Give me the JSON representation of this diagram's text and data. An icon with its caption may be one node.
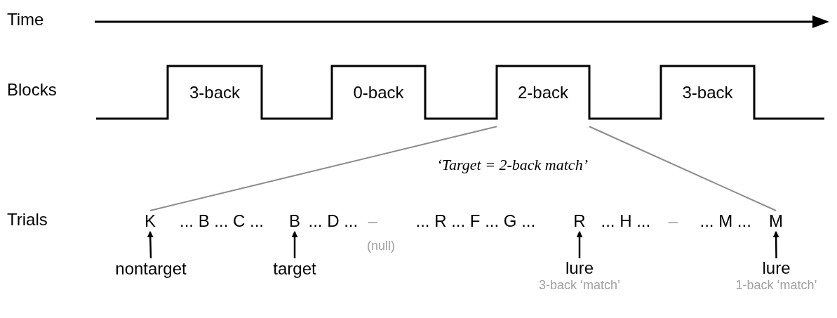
{
  "diagram": {
    "nodes": [
      {
        "text": [
          "3-back"
        ]
      },
      {
        "text": [
          "0-back"
        ]
      },
      {
        "text": [
          "2-back"
        ]
      },
      {
        "text": [
          "3-back"
        ]
      },
      {
        "text": [
          "K"
        ]
      },
      {
        "text": [
          "B"
        ]
      },
      {
        "text": [
          "R"
        ]
      },
      {
        "text": [
          "M"
        ]
      },
      {
        "text": [
          "nontarget"
        ]
      },
      {
        "text": [
          "target"
        ]
      },
      {
        "text": [
          "lure",
          "3-back ‘match’"
        ]
      },
      {
        "text": [
          "lure",
          "1-back ‘match’"
        ]
      }
    ],
    "edges": [
      {
        "from": 2,
        "to": 4,
        "arrow": "none",
        "color": "#8c8c8c"
      },
      {
        "from": 2,
        "to": 7,
        "arrow": "none",
        "color": "#8c8c8c"
      },
      {
        "from": 8,
        "to": 4,
        "arrow": "to"
      },
      {
        "from": 9,
        "to": 5,
        "arrow": "to"
      },
      {
        "from": 10,
        "to": 6,
        "arrow": "to"
      },
      {
        "from": 11,
        "to": 7,
        "arrow": "to"
      }
    ],
    "labels": [
      "Time",
      "Blocks",
      "‘Target = 2-back match’",
      "Trials",
      "... B ... C ...",
      "... D ...",
      "–",
      "... R ... F ... G ...",
      "... H ...",
      "–",
      "... M ...",
      "(null)"
    ]
  }
}
